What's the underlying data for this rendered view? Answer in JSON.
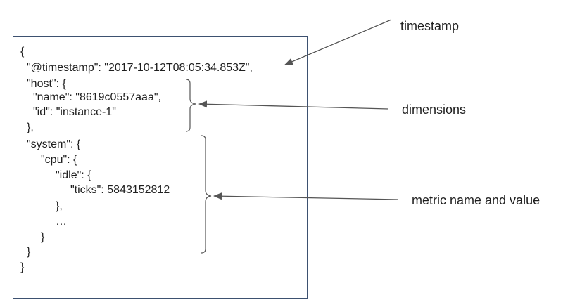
{
  "document": {
    "lines": [
      "{",
      "\"@timestamp\": \"2017-10-12T08:05:34.853Z\",",
      "\"host\": {",
      "\"name\": \"8619c0557aaa\",",
      "\"id\": \"instance-1\"",
      "},",
      "\"system\": {",
      "\"cpu\": {",
      "\"idle\": {",
      "\"ticks\": 5843152812",
      "},",
      "…",
      "}",
      "}",
      "}"
    ]
  },
  "annotations": {
    "timestamp": "timestamp",
    "dimensions": "dimensions",
    "metric": "metric name and value"
  },
  "colors": {
    "box_border": "#3d5170",
    "arrow": "#555555",
    "text": "#1f1f1f"
  }
}
